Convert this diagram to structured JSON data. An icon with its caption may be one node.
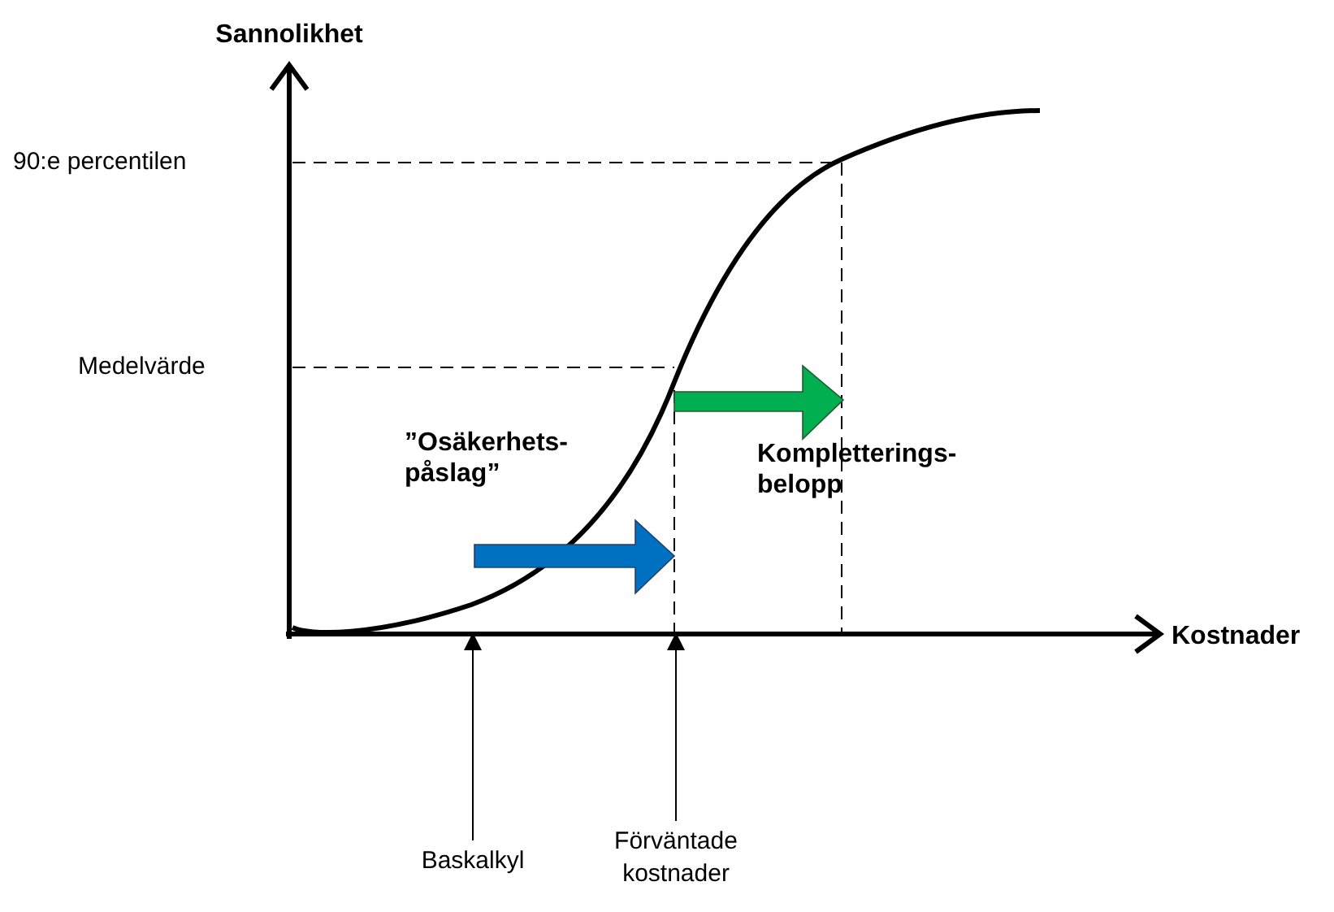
{
  "diagram": {
    "nodes": [
      {
        "text": [
          "Baskalkyl"
        ]
      },
      {
        "text": [
          "Förväntade kostnader"
        ]
      },
      {
        "text": [],
        "shape": "bar",
        "beside": [
          "Kostnader"
        ]
      }
    ],
    "edges": [
      {
        "from": 0,
        "to": 2,
        "arrow": "to"
      },
      {
        "from": 1,
        "to": 2,
        "arrow": "to"
      }
    ],
    "labels": [
      "Sannolikhet",
      "90:e percentilen",
      "Medelvärde",
      "”Osäkerhets- påslag”",
      "Kompletterings- belopp"
    ]
  }
}
